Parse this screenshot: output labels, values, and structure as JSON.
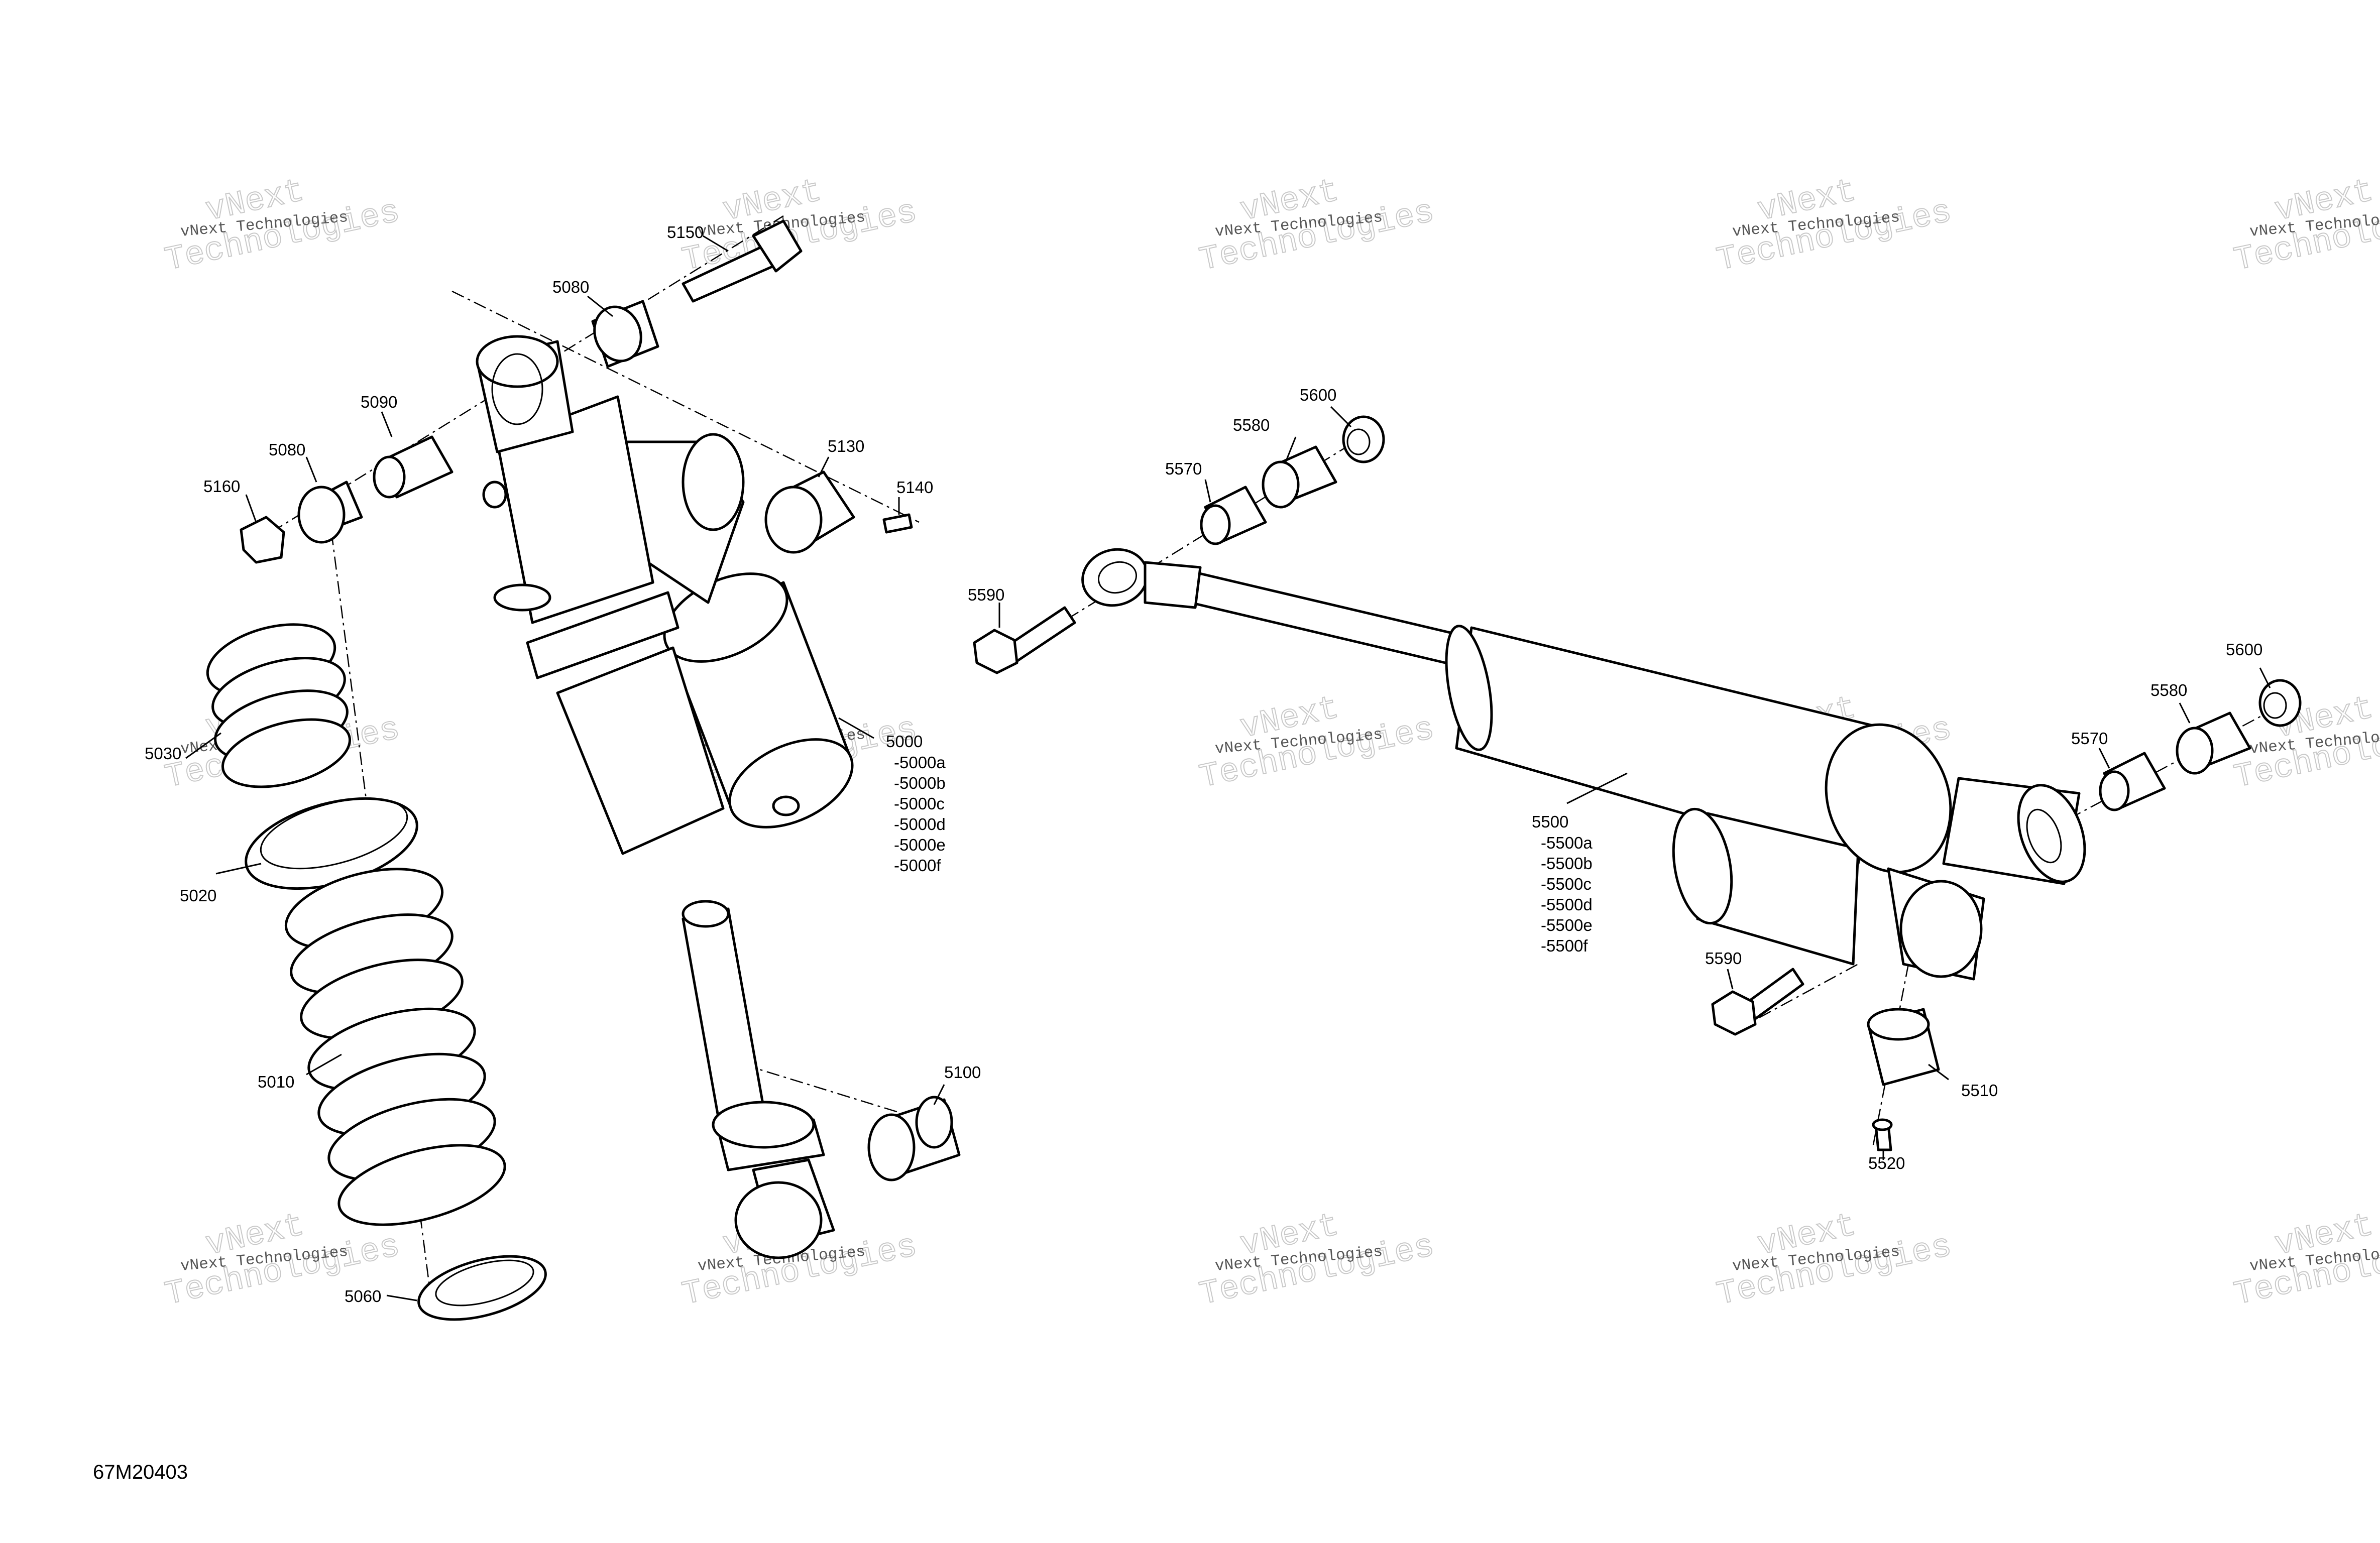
{
  "diagram": {
    "code": "67M20403",
    "watermark": {
      "line1": "vNext Technologies",
      "line2": "vNext",
      "line3": "Technologies"
    },
    "callouts": [
      {
        "id": "5150",
        "text": "5150"
      },
      {
        "id": "5080a",
        "text": "5080"
      },
      {
        "id": "5090",
        "text": "5090"
      },
      {
        "id": "5080b",
        "text": "5080"
      },
      {
        "id": "5160",
        "text": "5160"
      },
      {
        "id": "5130",
        "text": "5130"
      },
      {
        "id": "5140",
        "text": "5140"
      },
      {
        "id": "5030",
        "text": "5030"
      },
      {
        "id": "5020",
        "text": "5020"
      },
      {
        "id": "5010",
        "text": "5010"
      },
      {
        "id": "5060",
        "text": "5060"
      },
      {
        "id": "5100",
        "text": "5100"
      },
      {
        "id": "5000",
        "text": "5000"
      },
      {
        "id": "5000a",
        "text": "-5000a"
      },
      {
        "id": "5000b",
        "text": "-5000b"
      },
      {
        "id": "5000c",
        "text": "-5000c"
      },
      {
        "id": "5000d",
        "text": "-5000d"
      },
      {
        "id": "5000e",
        "text": "-5000e"
      },
      {
        "id": "5000f",
        "text": "-5000f"
      },
      {
        "id": "5600a",
        "text": "5600"
      },
      {
        "id": "5580a",
        "text": "5580"
      },
      {
        "id": "5570a",
        "text": "5570"
      },
      {
        "id": "5590a",
        "text": "5590"
      },
      {
        "id": "5500",
        "text": "5500"
      },
      {
        "id": "5500a",
        "text": "-5500a"
      },
      {
        "id": "5500b",
        "text": "-5500b"
      },
      {
        "id": "5500c",
        "text": "-5500c"
      },
      {
        "id": "5500d",
        "text": "-5500d"
      },
      {
        "id": "5500e",
        "text": "-5500e"
      },
      {
        "id": "5500f",
        "text": "-5500f"
      },
      {
        "id": "5600b",
        "text": "5600"
      },
      {
        "id": "5580b",
        "text": "5580"
      },
      {
        "id": "5570b",
        "text": "5570"
      },
      {
        "id": "5590b",
        "text": "5590"
      },
      {
        "id": "5510",
        "text": "5510"
      },
      {
        "id": "5520",
        "text": "5520"
      }
    ]
  }
}
